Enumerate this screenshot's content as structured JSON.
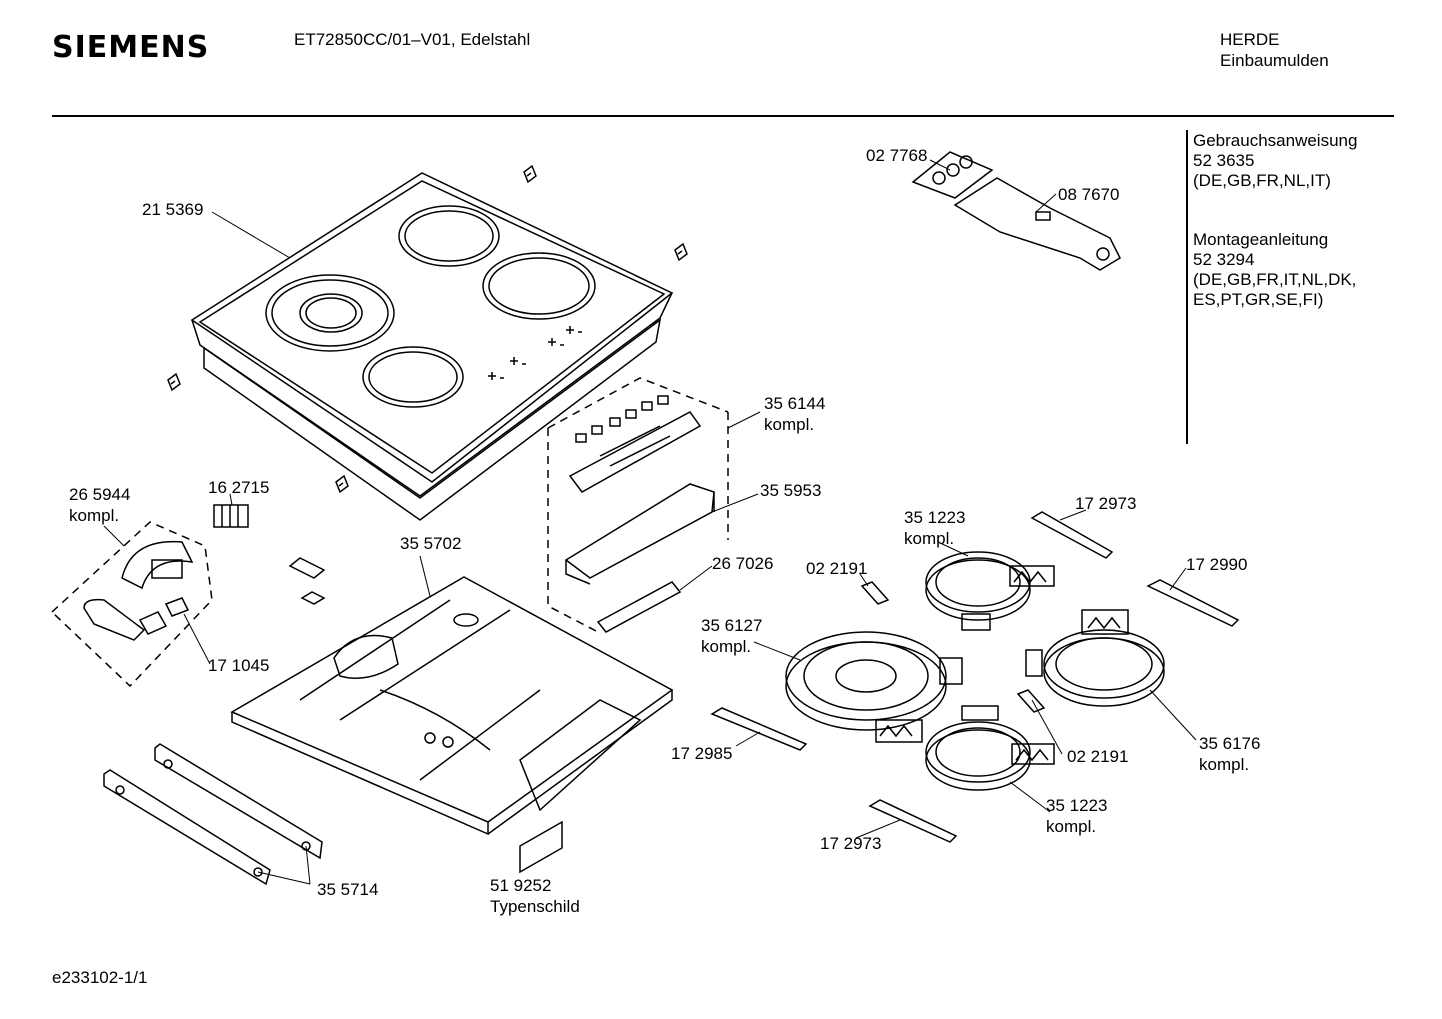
{
  "header": {
    "brand": "SIEMENS",
    "model": "ET72850CC/01–V01, Edelstahl",
    "category_line1": "HERDE",
    "category_line2": "Einbaumulden"
  },
  "documents": {
    "manual_title": "Gebrauchsanweisung",
    "manual_number": "52 3635",
    "manual_languages": "(DE,GB,FR,NL,IT)",
    "install_title": "Montageanleitung",
    "install_number": "52 3294",
    "install_languages_1": "(DE,GB,FR,IT,NL,DK,",
    "install_languages_2": "ES,PT,GR,SE,FI)"
  },
  "parts": {
    "p215369": "21 5369",
    "p027768": "02 7768",
    "p087670": "08 7670",
    "p356144": "35 6144",
    "p356144_sub": "kompl.",
    "p355953": "35 5953",
    "p265944": "26 5944",
    "p265944_sub": "kompl.",
    "p162715": "16 2715",
    "p355702": "35 5702",
    "p267026": "26 7026",
    "p171045": "17 1045",
    "p022191a": "02 2191",
    "p351223a": "35 1223",
    "p351223a_sub": "kompl.",
    "p172973a": "17 2973",
    "p172990": "17 2990",
    "p356127": "35 6127",
    "p356127_sub": "kompl.",
    "p172985": "17 2985",
    "p022191b": "02 2191",
    "p356176": "35 6176",
    "p356176_sub": "kompl.",
    "p351223b": "35 1223",
    "p351223b_sub": "kompl.",
    "p172973b": "17 2973",
    "p355714": "35 5714",
    "p519252": "51 9252",
    "p519252_sub": "Typenschild"
  },
  "footer": {
    "drawing_id": "e233102-1/1"
  }
}
